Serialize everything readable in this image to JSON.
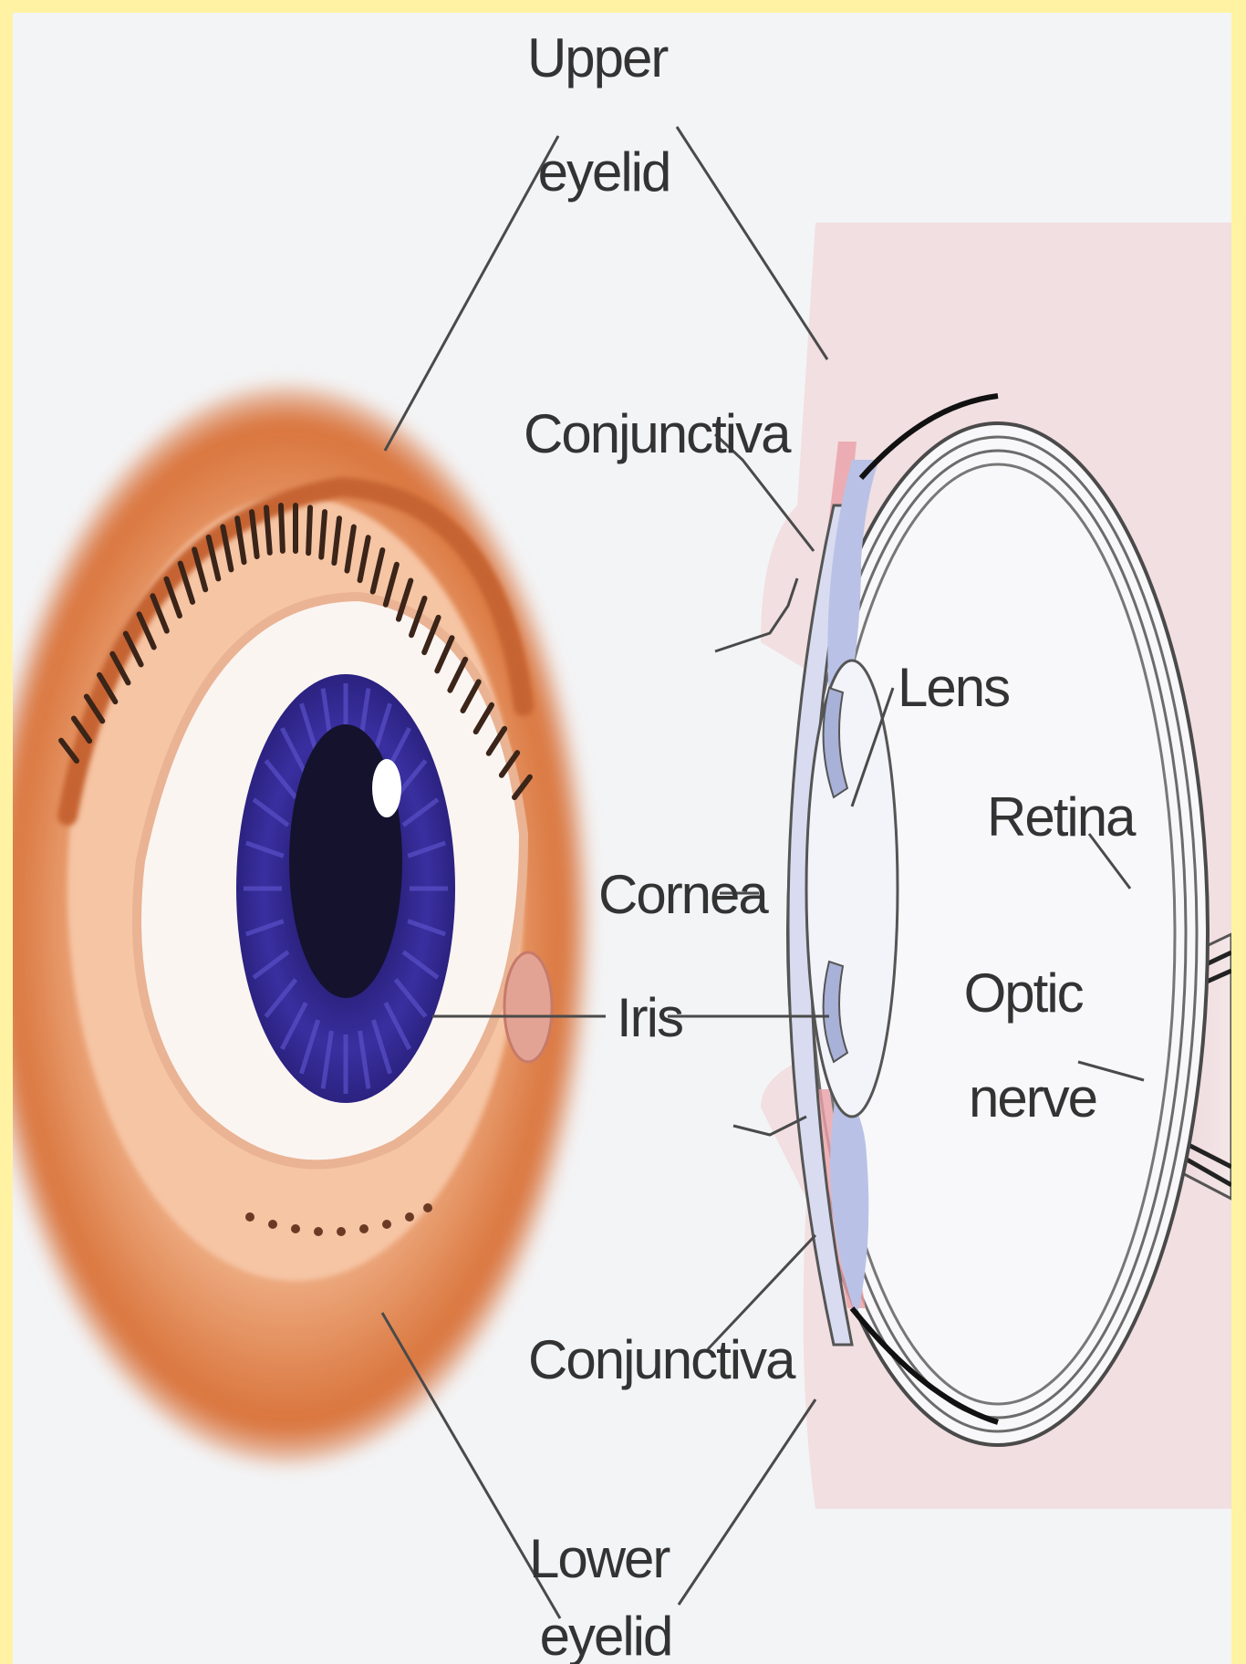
{
  "colors": {
    "frame": "#fff3a3",
    "background": "#f3f4f6",
    "skin": "#e8a67e",
    "skin_dark": "#c8642c",
    "iris": "#3a2fa0",
    "pupil": "#15122e",
    "cornea": "#c7d0ec",
    "conjunctiva": "#e9a0a8",
    "eyelid_section": "#f2dfe1",
    "leader": "#4a4a4a"
  },
  "labels": {
    "upper_eyelid": [
      "Upper",
      "eyelid"
    ],
    "conjunctiva_top": "Conjunctiva",
    "lens": "Lens",
    "retina": "Retina",
    "cornea": "Cornea",
    "iris": "Iris",
    "optic_nerve": [
      "Optic",
      "nerve"
    ],
    "conjunctiva_bottom": "Conjunctiva",
    "lower_eyelid": [
      "Lower",
      "eyelid"
    ]
  }
}
